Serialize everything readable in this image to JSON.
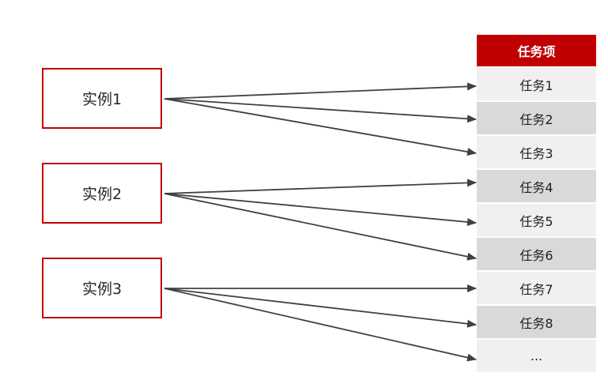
{
  "instances": [
    {
      "label": "实例1"
    },
    {
      "label": "实例2"
    },
    {
      "label": "实例3"
    }
  ],
  "task_table": {
    "header": "任务项",
    "rows": [
      "任务1",
      "任务2",
      "任务3",
      "任务4",
      "任务5",
      "任务6",
      "任务7",
      "任务8",
      "..."
    ]
  },
  "mappings": [
    {
      "from": "实例1",
      "to": [
        "任务1",
        "任务2",
        "任务3"
      ]
    },
    {
      "from": "实例2",
      "to": [
        "任务4",
        "任务5",
        "任务6"
      ]
    },
    {
      "from": "实例3",
      "to": [
        "任务7",
        "任务8",
        "..."
      ]
    }
  ],
  "colors": {
    "accent": "#c00000",
    "row_light": "#f0f0f0",
    "row_dark": "#d9d9d9",
    "arrow": "#404040"
  }
}
